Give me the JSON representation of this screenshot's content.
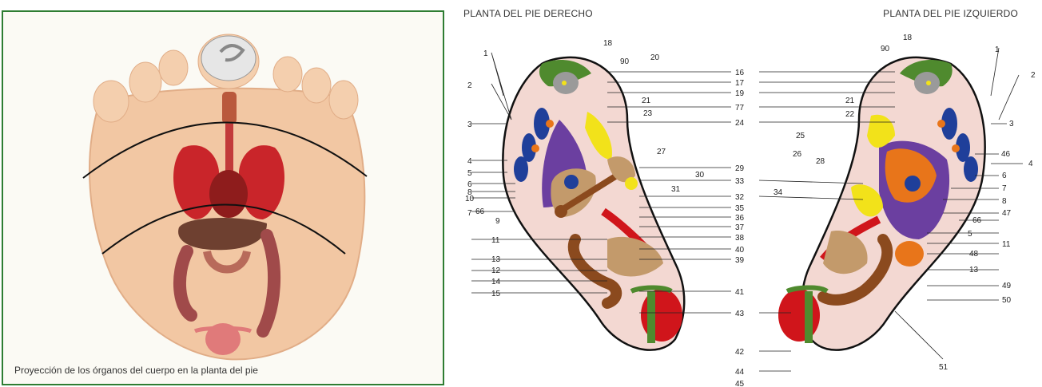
{
  "left_panel": {
    "caption": "Proyección de los órganos del cuerpo en la planta del pie"
  },
  "right_panel": {
    "title_right_foot": "PLANTA DEL PIE DERECHO",
    "title_left_foot": "PLANTA DEL PIE IZQUIERDO",
    "right_foot_labels": [
      {
        "text": "18"
      },
      {
        "text": "90"
      },
      {
        "text": "20"
      },
      {
        "text": "1"
      },
      {
        "text": "2"
      },
      {
        "text": "3"
      },
      {
        "text": "21"
      },
      {
        "text": "23"
      },
      {
        "text": "4"
      },
      {
        "text": "5"
      },
      {
        "text": "6"
      },
      {
        "text": "8"
      },
      {
        "text": "10"
      },
      {
        "text": "7"
      },
      {
        "text": "66"
      },
      {
        "text": "9"
      },
      {
        "text": "27"
      },
      {
        "text": "30"
      },
      {
        "text": "31"
      },
      {
        "text": "11"
      },
      {
        "text": "13"
      },
      {
        "text": "12"
      },
      {
        "text": "14"
      },
      {
        "text": "15"
      }
    ],
    "center_labels": [
      {
        "text": "16"
      },
      {
        "text": "17"
      },
      {
        "text": "19"
      },
      {
        "text": "77"
      },
      {
        "text": "24"
      },
      {
        "text": "25"
      },
      {
        "text": "29"
      },
      {
        "text": "33"
      },
      {
        "text": "32"
      },
      {
        "text": "35"
      },
      {
        "text": "36"
      },
      {
        "text": "37"
      },
      {
        "text": "38"
      },
      {
        "text": "40"
      },
      {
        "text": "39"
      },
      {
        "text": "41"
      },
      {
        "text": "43"
      },
      {
        "text": "42"
      },
      {
        "text": "44"
      },
      {
        "text": "45"
      }
    ],
    "left_foot_labels": [
      {
        "text": "18"
      },
      {
        "text": "90"
      },
      {
        "text": "1"
      },
      {
        "text": "2"
      },
      {
        "text": "21"
      },
      {
        "text": "22"
      },
      {
        "text": "3"
      },
      {
        "text": "26"
      },
      {
        "text": "46"
      },
      {
        "text": "28"
      },
      {
        "text": "4"
      },
      {
        "text": "6"
      },
      {
        "text": "34"
      },
      {
        "text": "7"
      },
      {
        "text": "8"
      },
      {
        "text": "47"
      },
      {
        "text": "66"
      },
      {
        "text": "5"
      },
      {
        "text": "11"
      },
      {
        "text": "48"
      },
      {
        "text": "13"
      },
      {
        "text": "49"
      },
      {
        "text": "50"
      },
      {
        "text": "51"
      }
    ]
  },
  "colors": {
    "green": "#4f8a2e",
    "purple": "#6b3fa0",
    "blue": "#1f3f9a",
    "orange": "#e8751a",
    "yellow": "#f2e21a",
    "tan": "#c39a6b",
    "brown": "#8b4a1e",
    "red": "#d0151b",
    "pink": "#f3d8d2",
    "grey": "#9a9a9a",
    "skin": "#f2cba9"
  }
}
